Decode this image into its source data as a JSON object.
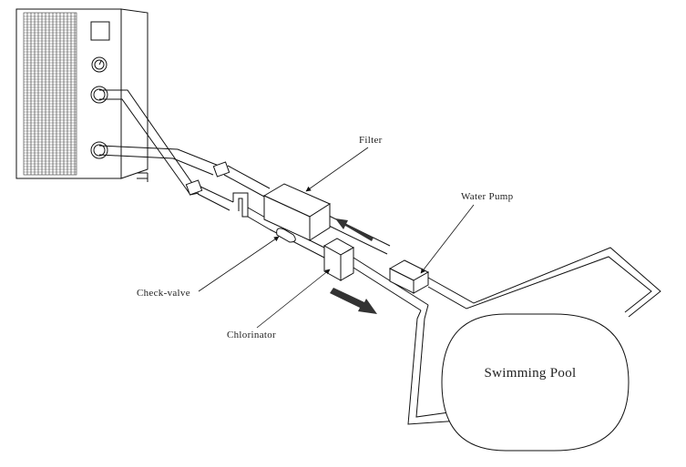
{
  "labels": {
    "filter": "Filter",
    "water_pump": "Water Pump",
    "check_valve": "Check-valve",
    "chlorinator": "Chlorinator",
    "pool": "Swimming Pool"
  },
  "colors": {
    "line": "#111111",
    "flow_arrow": "#333333",
    "background": "#ffffff"
  }
}
